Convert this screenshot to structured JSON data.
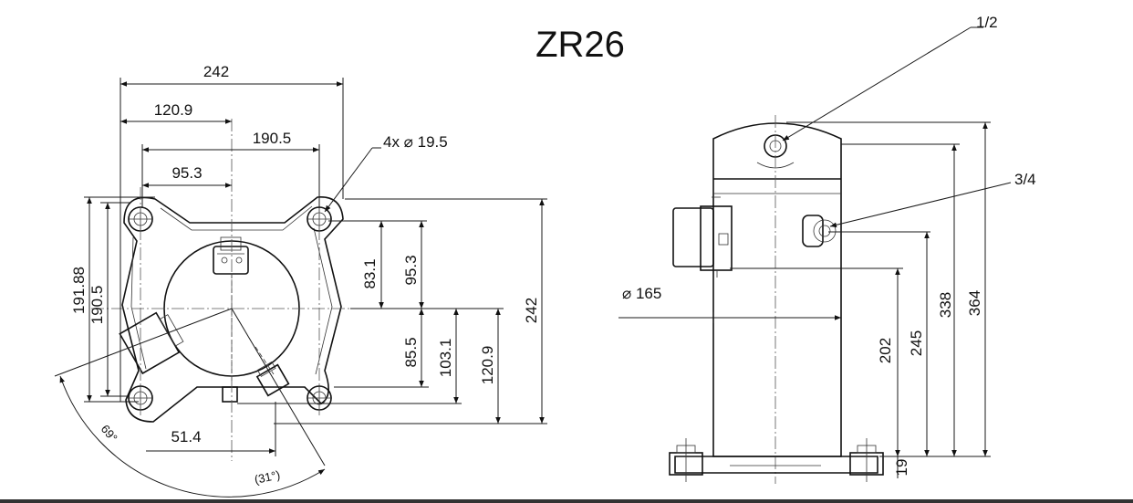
{
  "title": "ZR26",
  "top_view": {
    "width_overall": "242",
    "width_half": "120.9",
    "bolt_spacing": "190.5",
    "bolt_half": "95.3",
    "holes": "4x ⌀ 19.5",
    "depth_left_outer": "191.88",
    "depth_left_inner": "190.5",
    "depth_upper": "83.1",
    "depth_upper2": "95.3",
    "depth_lower": "85.5",
    "depth_lower2": "103.1",
    "depth_lower3": "120.9",
    "depth_overall": "242",
    "offset_bottom": "51.4",
    "angle_1": "69°",
    "angle_2": "(31°)"
  },
  "side_view": {
    "fitting_top": "1/2",
    "fitting_side": "3/4",
    "diameter": "⌀ 165",
    "h_202": "202",
    "h_245": "245",
    "h_338": "338",
    "h_364": "364",
    "h_19": "19"
  }
}
